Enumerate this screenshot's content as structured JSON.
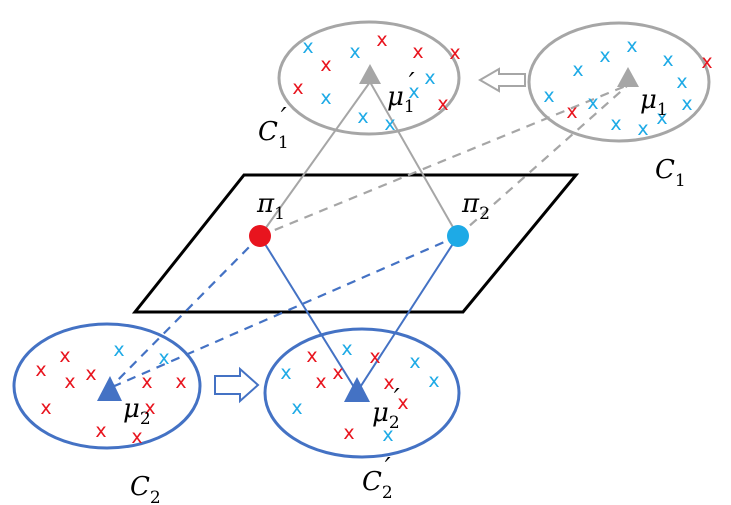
{
  "colors": {
    "red": "#e8141e",
    "blue": "#1eaae6",
    "gray": "#a6a6a6",
    "navy": "#4472c4",
    "black": "#000000"
  },
  "marker_glyph": "x",
  "labels": {
    "C1": {
      "base": "C",
      "sub": "1",
      "prime": ""
    },
    "C1p": {
      "base": "C",
      "sub": "1",
      "prime": "′"
    },
    "C2": {
      "base": "C",
      "sub": "2",
      "prime": ""
    },
    "C2p": {
      "base": "C",
      "sub": "2",
      "prime": "′"
    },
    "mu1": {
      "base": "μ",
      "sub": "1",
      "prime": ""
    },
    "mu1p": {
      "base": "μ",
      "sub": "1",
      "prime": "′"
    },
    "mu2": {
      "base": "μ",
      "sub": "2",
      "prime": ""
    },
    "mu2p": {
      "base": "μ",
      "sub": "2",
      "prime": "′"
    },
    "pi1": {
      "base": "π",
      "sub": "1",
      "prime": ""
    },
    "pi2": {
      "base": "π",
      "sub": "2",
      "prime": ""
    }
  }
}
